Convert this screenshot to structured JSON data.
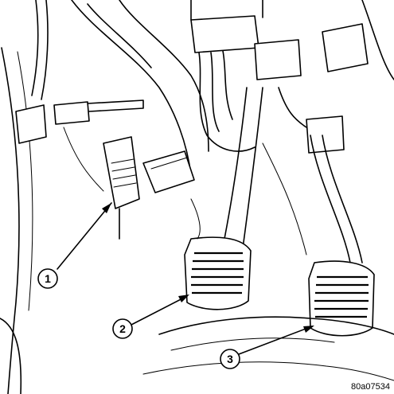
{
  "callouts": [
    {
      "label": "1"
    },
    {
      "label": "2"
    },
    {
      "label": "3"
    }
  ],
  "figure_code": "80a07534"
}
